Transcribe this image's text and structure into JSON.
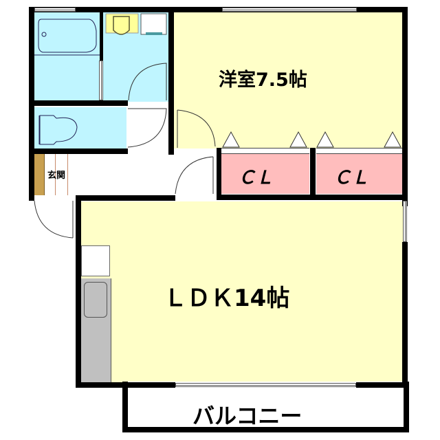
{
  "floor_plan": {
    "rooms": {
      "western_room": {
        "label": "洋室7.5帖",
        "color": "#ffffc8"
      },
      "ldk": {
        "label": "ＬＤＫ14帖",
        "color": "#ffffc8"
      },
      "closet_1": {
        "label": "ＣＬ",
        "color": "#ffbdbd"
      },
      "closet_2": {
        "label": "ＣＬ",
        "color": "#ffbdbd"
      },
      "entrance": {
        "label": "玄関",
        "color": "#ffffff"
      },
      "balcony": {
        "label": "バルコニー",
        "color": "#ffffff"
      },
      "bathroom": {
        "color": "#bff5ff"
      },
      "washroom": {
        "color": "#bff5ff"
      },
      "toilet": {
        "color": "#bff5ff"
      },
      "kitchen": {
        "color": "#c0c0c0"
      }
    },
    "colors": {
      "wall": "#000000",
      "living_floor": "#ffffc8",
      "wet_area": "#bff5ff",
      "closet": "#ffbdbd",
      "shoe_storage": "#c8a050",
      "kitchen_counter": "#c0c0c0",
      "basin": "#ffff99"
    }
  }
}
